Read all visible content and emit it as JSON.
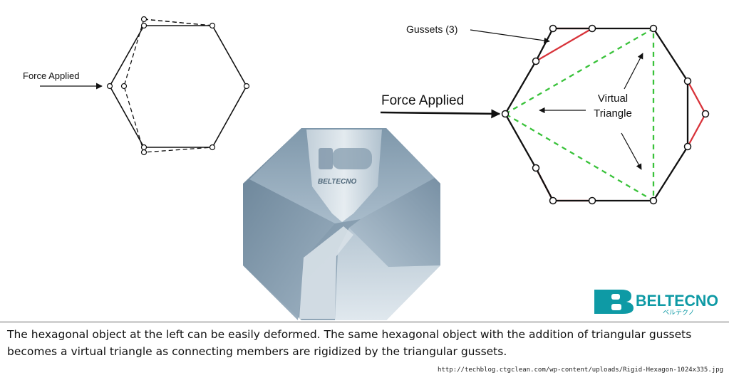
{
  "left_diagram": {
    "force_label": "Force Applied"
  },
  "right_diagram": {
    "gussets_label": "Gussets (3)",
    "force_label": "Force Applied",
    "virtual_label_line1": "Virtual",
    "virtual_label_line2": "Triangle"
  },
  "photo": {
    "logo_text": "BELTECNO"
  },
  "brand": {
    "name": "BELTECNO",
    "subtitle": "ベルテクノ",
    "color": "#0e9aa5"
  },
  "caption": "The hexagonal object at the left can be easily deformed. The same hexagonal object with the addition of triangular gussets becomes a virtual triangle as connecting members are rigidized by the triangular gussets.",
  "source_url": "http://techblog.ctgclean.com/wp-content/uploads/Rigid-Hexagon-1024x335.jpg",
  "colors": {
    "gusset": "#d8333a",
    "virtual_triangle": "#39c23a",
    "line": "#111111"
  }
}
